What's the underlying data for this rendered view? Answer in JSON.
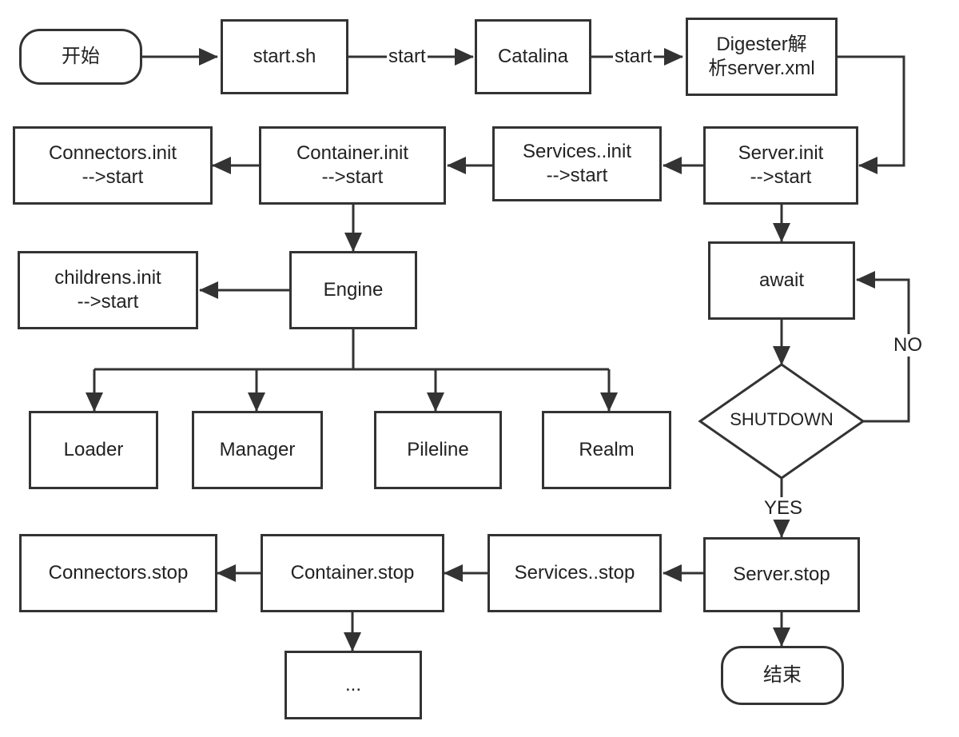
{
  "nodes": {
    "start": {
      "label": "开始"
    },
    "start_sh": {
      "label": "start.sh"
    },
    "catalina": {
      "label": "Catalina"
    },
    "digester": {
      "line1": "Digester解",
      "line2": "析server.xml"
    },
    "server_init": {
      "line1": "Server.init",
      "line2": "-->start"
    },
    "services_init": {
      "line1": "Services..init",
      "line2": "-->start"
    },
    "container_init": {
      "line1": "Container.init",
      "line2": "-->start"
    },
    "connectors_init": {
      "line1": "Connectors.init",
      "line2": "-->start"
    },
    "engine": {
      "label": "Engine"
    },
    "childrens_init": {
      "line1": "childrens.init",
      "line2": "-->start"
    },
    "loader": {
      "label": "Loader"
    },
    "manager": {
      "label": "Manager"
    },
    "pileline": {
      "label": "Pileline"
    },
    "realm": {
      "label": "Realm"
    },
    "await": {
      "label": "await"
    },
    "shutdown": {
      "label": "SHUTDOWN"
    },
    "server_stop": {
      "label": "Server.stop"
    },
    "services_stop": {
      "label": "Services..stop"
    },
    "container_stop": {
      "label": "Container.stop"
    },
    "connectors_stop": {
      "label": "Connectors.stop"
    },
    "ellipsis": {
      "label": "..."
    },
    "end": {
      "label": "结束"
    }
  },
  "edge_labels": {
    "start_sh_to_catalina": "start",
    "catalina_to_digester": "start",
    "no": "NO",
    "yes": "YES"
  },
  "colors": {
    "stroke": "#333333",
    "text": "#222222",
    "background": "#ffffff"
  }
}
